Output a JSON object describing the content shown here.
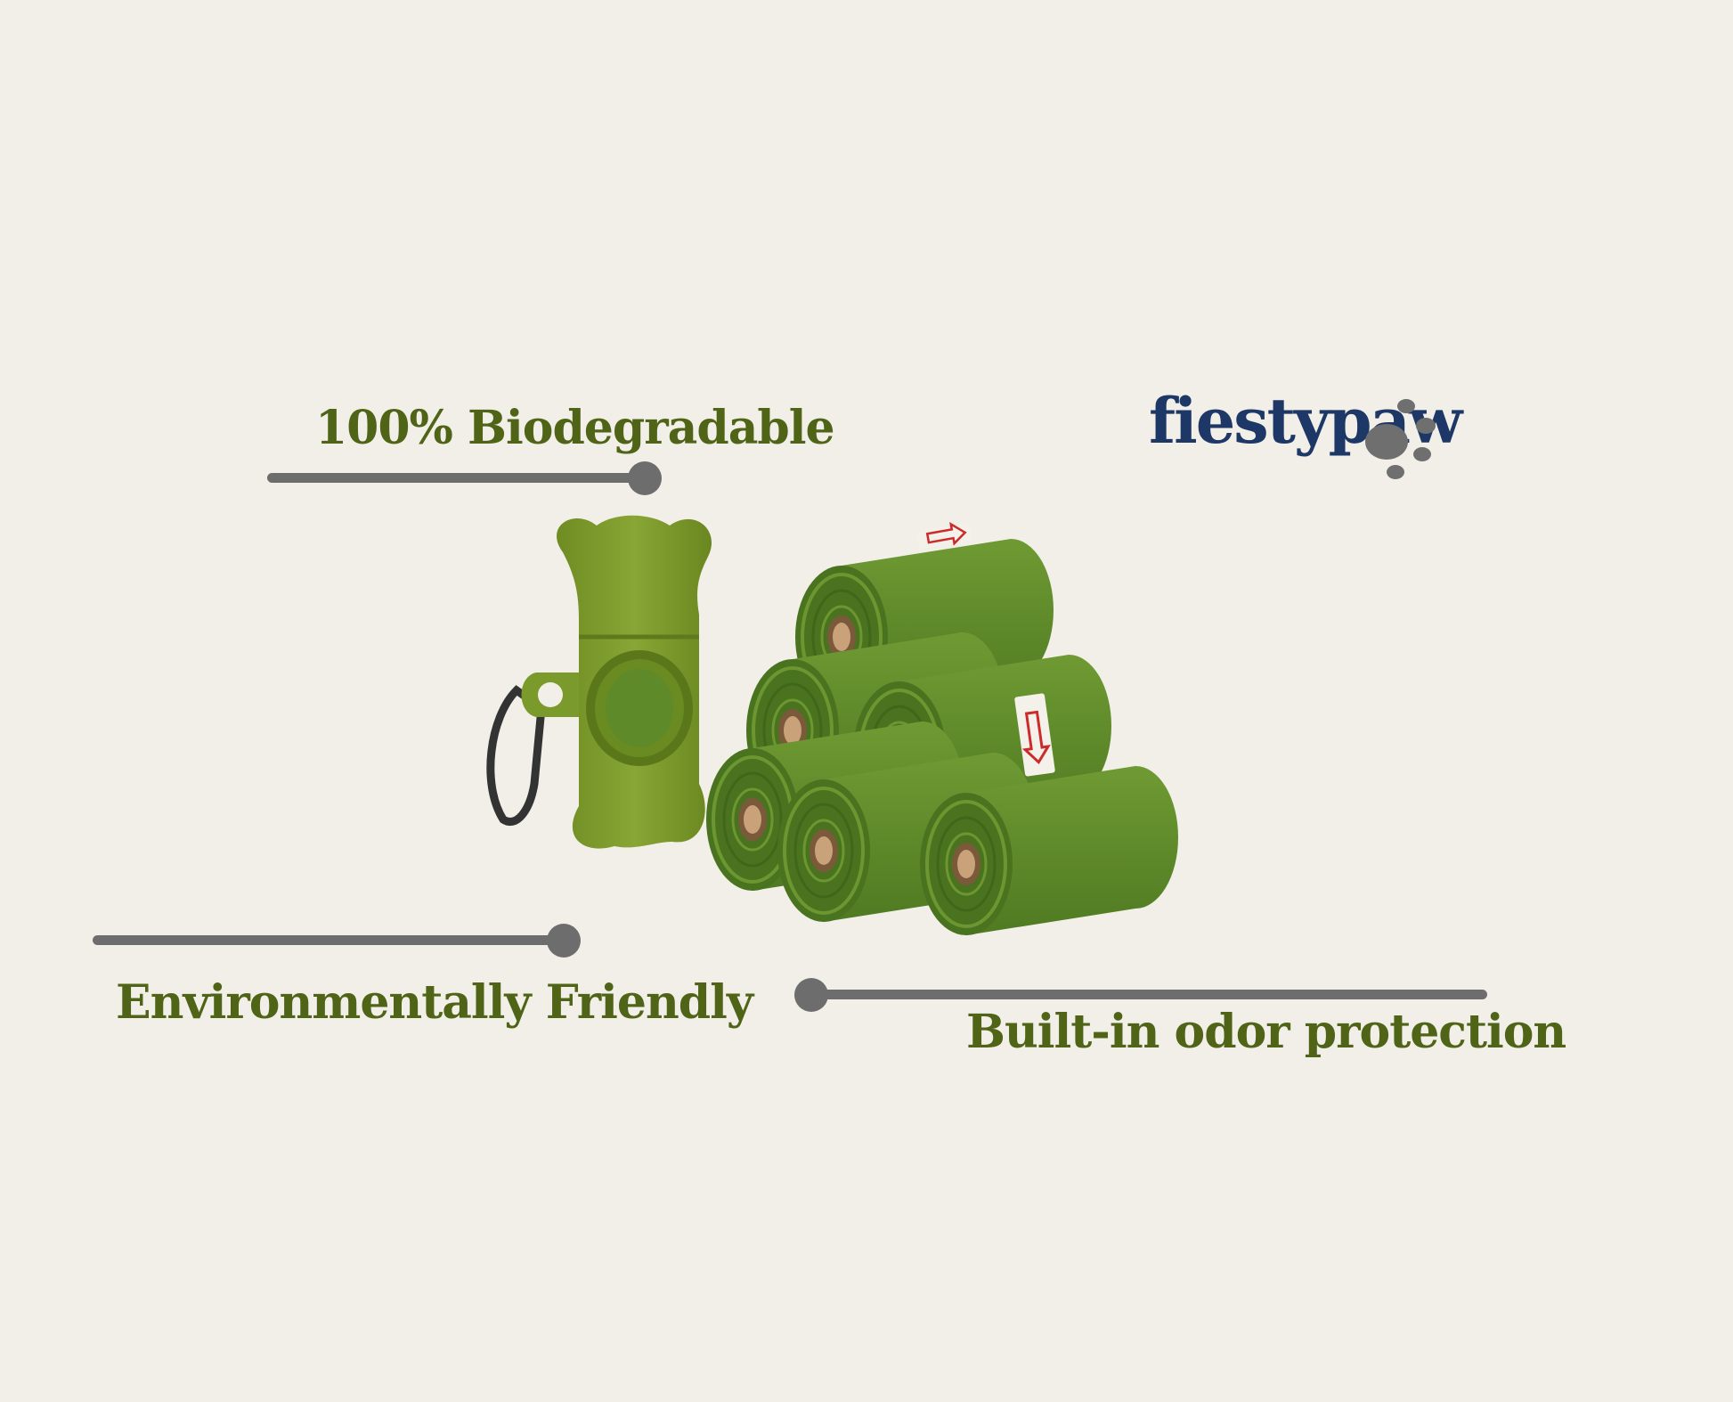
{
  "brand": {
    "name": "fiestypaw",
    "icon": "paw-print-icon",
    "color": "#1d3866",
    "paw_color": "#6f6f6f"
  },
  "features": {
    "biodegradable": "100% Biodegradable",
    "eco": "Environmentally Friendly",
    "odor": "Built-in odor protection"
  },
  "colors": {
    "background": "#f2efe8",
    "label_text": "#4f6417",
    "connector": "#6d6d6d",
    "bag_green": "#5f8a2a",
    "dispenser_green": "#7a9a2c"
  },
  "product": {
    "image": "dog-waste-bag-rolls-and-bone-dispenser"
  }
}
